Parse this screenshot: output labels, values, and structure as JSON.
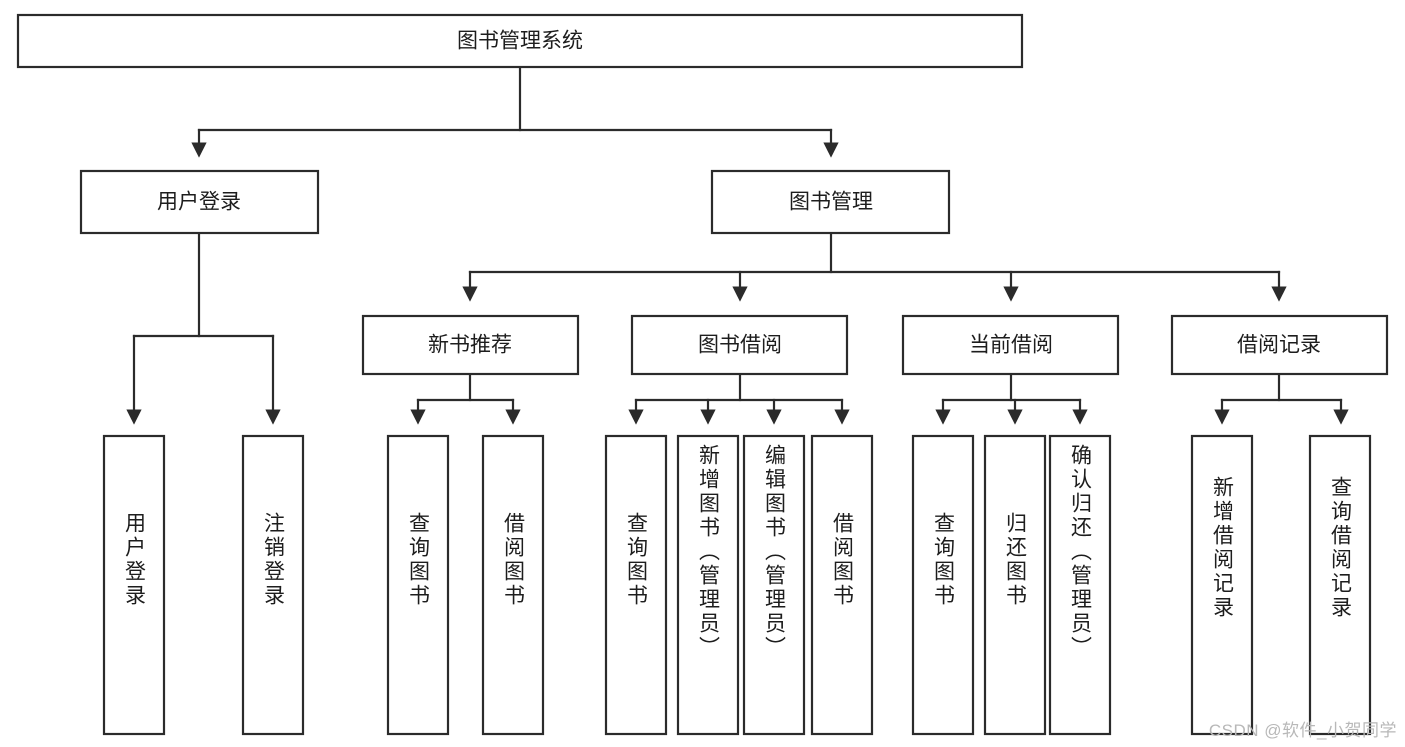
{
  "diagram": {
    "type": "tree-hierarchy",
    "title": "图书管理系统",
    "watermark": "CSDN @软件_小贺同学",
    "root": {
      "label": "图书管理系统"
    },
    "level2": [
      {
        "label": "用户登录"
      },
      {
        "label": "图书管理"
      }
    ],
    "level3": [
      {
        "label": "新书推荐"
      },
      {
        "label": "图书借阅"
      },
      {
        "label": "当前借阅"
      },
      {
        "label": "借阅记录"
      }
    ],
    "leaves": {
      "user_login": [
        {
          "label": "用户登录"
        },
        {
          "label": "注销登录"
        }
      ],
      "new_book_recommend": [
        {
          "label": "查询图书"
        },
        {
          "label": "借阅图书"
        }
      ],
      "book_borrow": [
        {
          "label": "查询图书"
        },
        {
          "label": "新增图书（管理员）"
        },
        {
          "label": "编辑图书（管理员）"
        },
        {
          "label": "借阅图书"
        }
      ],
      "current_borrow": [
        {
          "label": "查询图书"
        },
        {
          "label": "归还图书"
        },
        {
          "label": "确认归还（管理员）"
        }
      ],
      "borrow_records": [
        {
          "label": "新增借阅记录"
        },
        {
          "label": "查询借阅记录"
        }
      ]
    },
    "colors": {
      "box_stroke": "#2b2b2b",
      "box_fill": "#ffffff",
      "text": "#1d1d1d",
      "watermark": "#b8b8b8",
      "background": "#ffffff"
    }
  }
}
